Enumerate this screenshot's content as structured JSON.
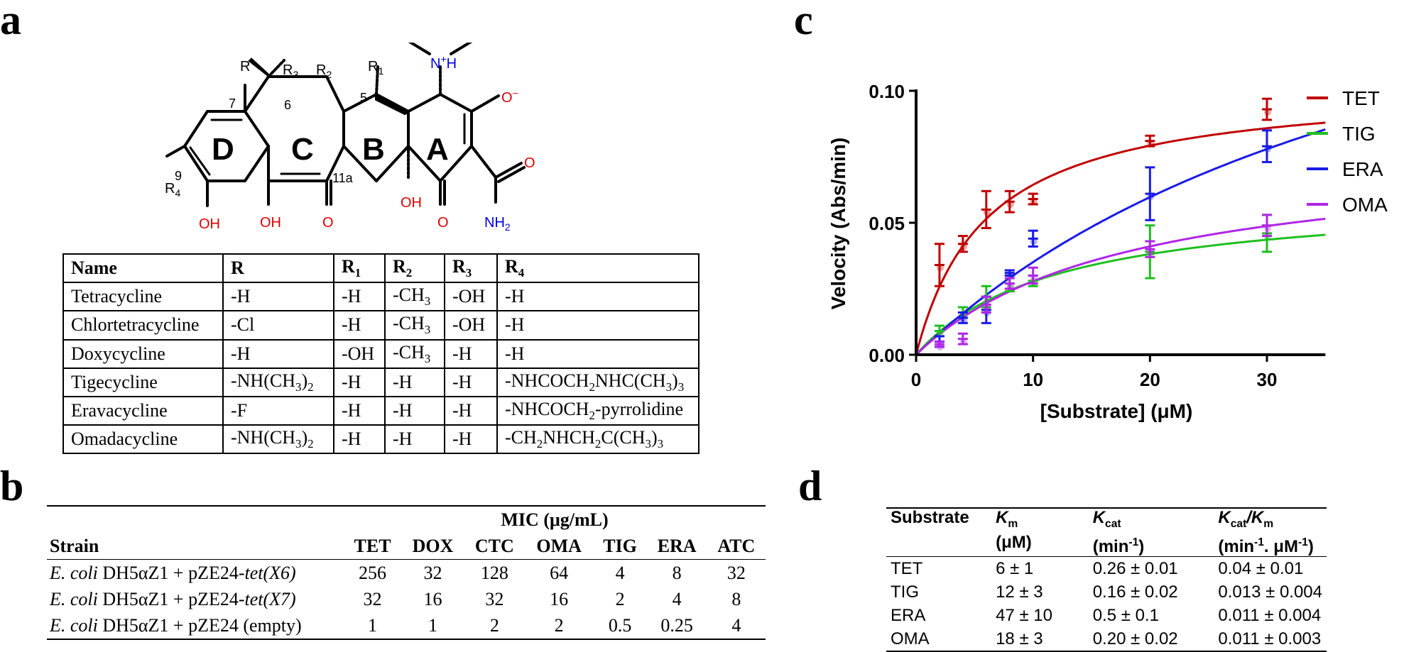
{
  "panels": {
    "a": "a",
    "b": "b",
    "c": "c",
    "d": "d"
  },
  "structure": {
    "ring_letters": [
      "D",
      "C",
      "B",
      "A"
    ],
    "atoms": {
      "R": "R",
      "R1": "R",
      "R2": "R",
      "R3": "R",
      "R4": "R",
      "n7": "7",
      "n6": "6",
      "n5": "5",
      "n9": "9",
      "n11a": "11a",
      "oh9": "OH",
      "oh10": "OH",
      "oh12a": "OH",
      "o11": "O",
      "o1": "O",
      "o_amide": "O",
      "o3": "O",
      "nh2": "NH",
      "nplus": "N",
      "nplus_h": "H"
    },
    "colors": {
      "oxygen": "#dd0000",
      "nitrogen": "#0000dd"
    }
  },
  "substituents": {
    "headers": [
      "Name",
      "R",
      "R1",
      "R2",
      "R3",
      "R4"
    ],
    "rows": [
      [
        "Tetracycline",
        "-H",
        "-H",
        "-CH3",
        "-OH",
        "-H"
      ],
      [
        "Chlortetracycline",
        "-Cl",
        "-H",
        "-CH3",
        "-OH",
        "-H"
      ],
      [
        "Doxycycline",
        "-H",
        "-OH",
        "-CH3",
        "-H",
        "-H"
      ],
      [
        "Tigecycline",
        "-NH(CH3)2",
        "-H",
        "-H",
        "-H",
        "-NHCOCH2NHC(CH3)3"
      ],
      [
        "Eravacycline",
        "-F",
        "-H",
        "-H",
        "-H",
        "-NHCOCH2-pyrrolidine"
      ],
      [
        "Omadacycline",
        "-NH(CH3)2",
        "-H",
        "-H",
        "-H",
        "-CH2NHCH2C(CH3)3"
      ]
    ]
  },
  "mic": {
    "group_header": "MIC (μg/mL)",
    "strain_header": "Strain",
    "columns": [
      "TET",
      "DOX",
      "CTC",
      "OMA",
      "TIG",
      "ERA",
      "ATC"
    ],
    "rows": [
      {
        "species": "E. coli",
        "strain": " DH5αZ1 + pZE24-",
        "gene": "tet(X6)",
        "values": [
          "256",
          "32",
          "128",
          "64",
          "4",
          "8",
          "32"
        ]
      },
      {
        "species": "E. coli",
        "strain": " DH5αZ1 + pZE24-",
        "gene": "tet(X7)",
        "values": [
          "32",
          "16",
          "32",
          "16",
          "2",
          "4",
          "8"
        ]
      },
      {
        "species": "E. coli",
        "strain": " DH5αZ1 + pZE24 (empty)",
        "gene": "",
        "values": [
          "1",
          "1",
          "2",
          "2",
          "0.5",
          "0.25",
          "4"
        ]
      }
    ]
  },
  "chart_data": {
    "type": "scatter",
    "xlabel": "[Substrate] (μM)",
    "ylabel": "Velocity (Abs/min)",
    "xlim": [
      0,
      35
    ],
    "ylim": [
      0,
      0.1
    ],
    "xticks": [
      "0",
      "10",
      "20",
      "30"
    ],
    "yticks": [
      "0.00",
      "0.05",
      "0.10"
    ],
    "legend_position": "right",
    "series": [
      {
        "name": "TET",
        "color": "#c00000",
        "km": 6,
        "vmax": 0.103,
        "x": [
          2,
          4,
          6,
          8,
          10,
          20,
          30
        ],
        "y": [
          0.034,
          0.042,
          0.055,
          0.058,
          0.059,
          0.081,
          0.093
        ],
        "err": [
          0.008,
          0.003,
          0.007,
          0.004,
          0.002,
          0.002,
          0.004
        ]
      },
      {
        "name": "TIG",
        "color": "#1fbf1f",
        "km": 12,
        "vmax": 0.061,
        "x": [
          2,
          4,
          6,
          8,
          10,
          20,
          30
        ],
        "y": [
          0.009,
          0.016,
          0.022,
          0.027,
          0.028,
          0.039,
          0.046
        ],
        "err": [
          0.002,
          0.002,
          0.004,
          0.003,
          0.002,
          0.01,
          0.007
        ]
      },
      {
        "name": "ERA",
        "color": "#1a1ae6",
        "km": 47,
        "vmax": 0.2,
        "x": [
          2,
          4,
          6,
          8,
          10,
          20,
          30
        ],
        "y": [
          0.005,
          0.014,
          0.017,
          0.031,
          0.044,
          0.061,
          0.079
        ],
        "err": [
          0.002,
          0.002,
          0.005,
          0.001,
          0.003,
          0.01,
          0.006
        ]
      },
      {
        "name": "OMA",
        "color": "#b026e6",
        "km": 18,
        "vmax": 0.078,
        "x": [
          2,
          4,
          6,
          8,
          10,
          20,
          30
        ],
        "y": [
          0.004,
          0.006,
          0.019,
          0.027,
          0.03,
          0.04,
          0.049
        ],
        "err": [
          0.001,
          0.002,
          0.003,
          0.002,
          0.003,
          0.003,
          0.004
        ]
      }
    ]
  },
  "kinetics": {
    "headers": [
      {
        "base": "Substrate",
        "sub": "",
        "line2": ""
      },
      {
        "base": "K",
        "sub": "m",
        "line2": "(μM)"
      },
      {
        "base": "K",
        "sub": "cat",
        "line2": "(min",
        "line2sup": "-1",
        "line2end": ")"
      },
      {
        "base": "K",
        "sub": "cat",
        "slash": "/K",
        "sub2": "m",
        "line2": "(min",
        "line2sup": "-1",
        "line2mid": ". μM",
        "line2sup2": "-1",
        "line2end": ")"
      }
    ],
    "rows": [
      [
        "TET",
        "6 ± 1",
        "0.26 ± 0.01",
        "0.04 ± 0.01"
      ],
      [
        "TIG",
        "12 ± 3",
        "0.16 ± 0.02",
        "0.013 ± 0.004"
      ],
      [
        "ERA",
        "47 ± 10",
        "0.5 ± 0.1",
        "0.011 ± 0.004"
      ],
      [
        "OMA",
        "18 ± 3",
        "0.20 ± 0.02",
        "0.011 ± 0.003"
      ]
    ]
  }
}
